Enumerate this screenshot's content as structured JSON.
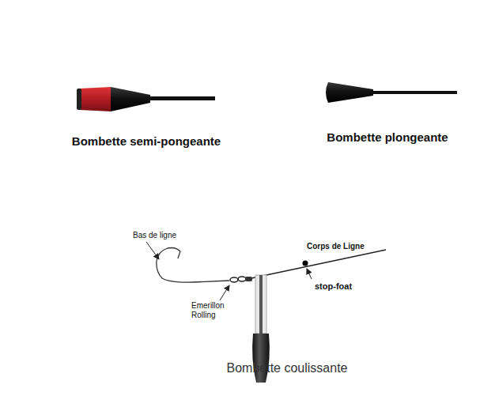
{
  "diagram": {
    "labels": [
      "Bombette semi-pongeante",
      "Bombette plongeante",
      "Bas de ligne",
      "Corps de Ligne",
      "stop-foat",
      "Emerillon Rolling",
      "Bombette coulissante"
    ]
  }
}
